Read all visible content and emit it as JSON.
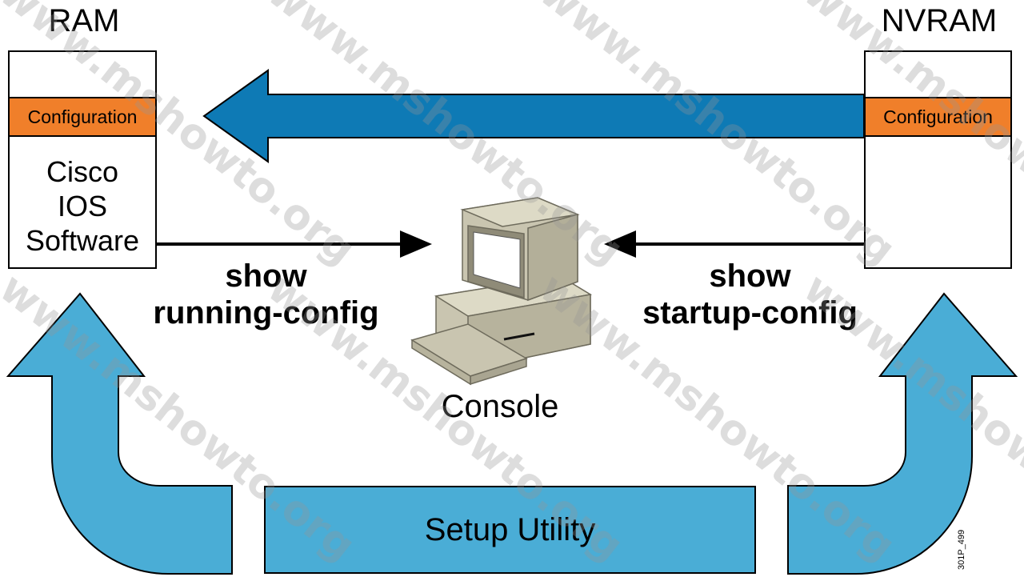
{
  "ram": {
    "title": "RAM",
    "config_label": "Configuration",
    "software": [
      "Cisco",
      "IOS",
      "Software"
    ]
  },
  "nvram": {
    "title": "NVRAM",
    "config_label": "Configuration"
  },
  "commands": {
    "running": [
      "show",
      "running-config"
    ],
    "startup": [
      "show",
      "startup-config"
    ]
  },
  "console": {
    "label": "Console",
    "icon": "computer-icon"
  },
  "setup": {
    "label": "Setup Utility"
  },
  "figure_code": "301P_499",
  "watermark": "www.mshowto.org",
  "colors": {
    "copy_arrow": "#0e7ab5",
    "setup_arrow": "#4aadd6",
    "config": "#f07f2a"
  }
}
